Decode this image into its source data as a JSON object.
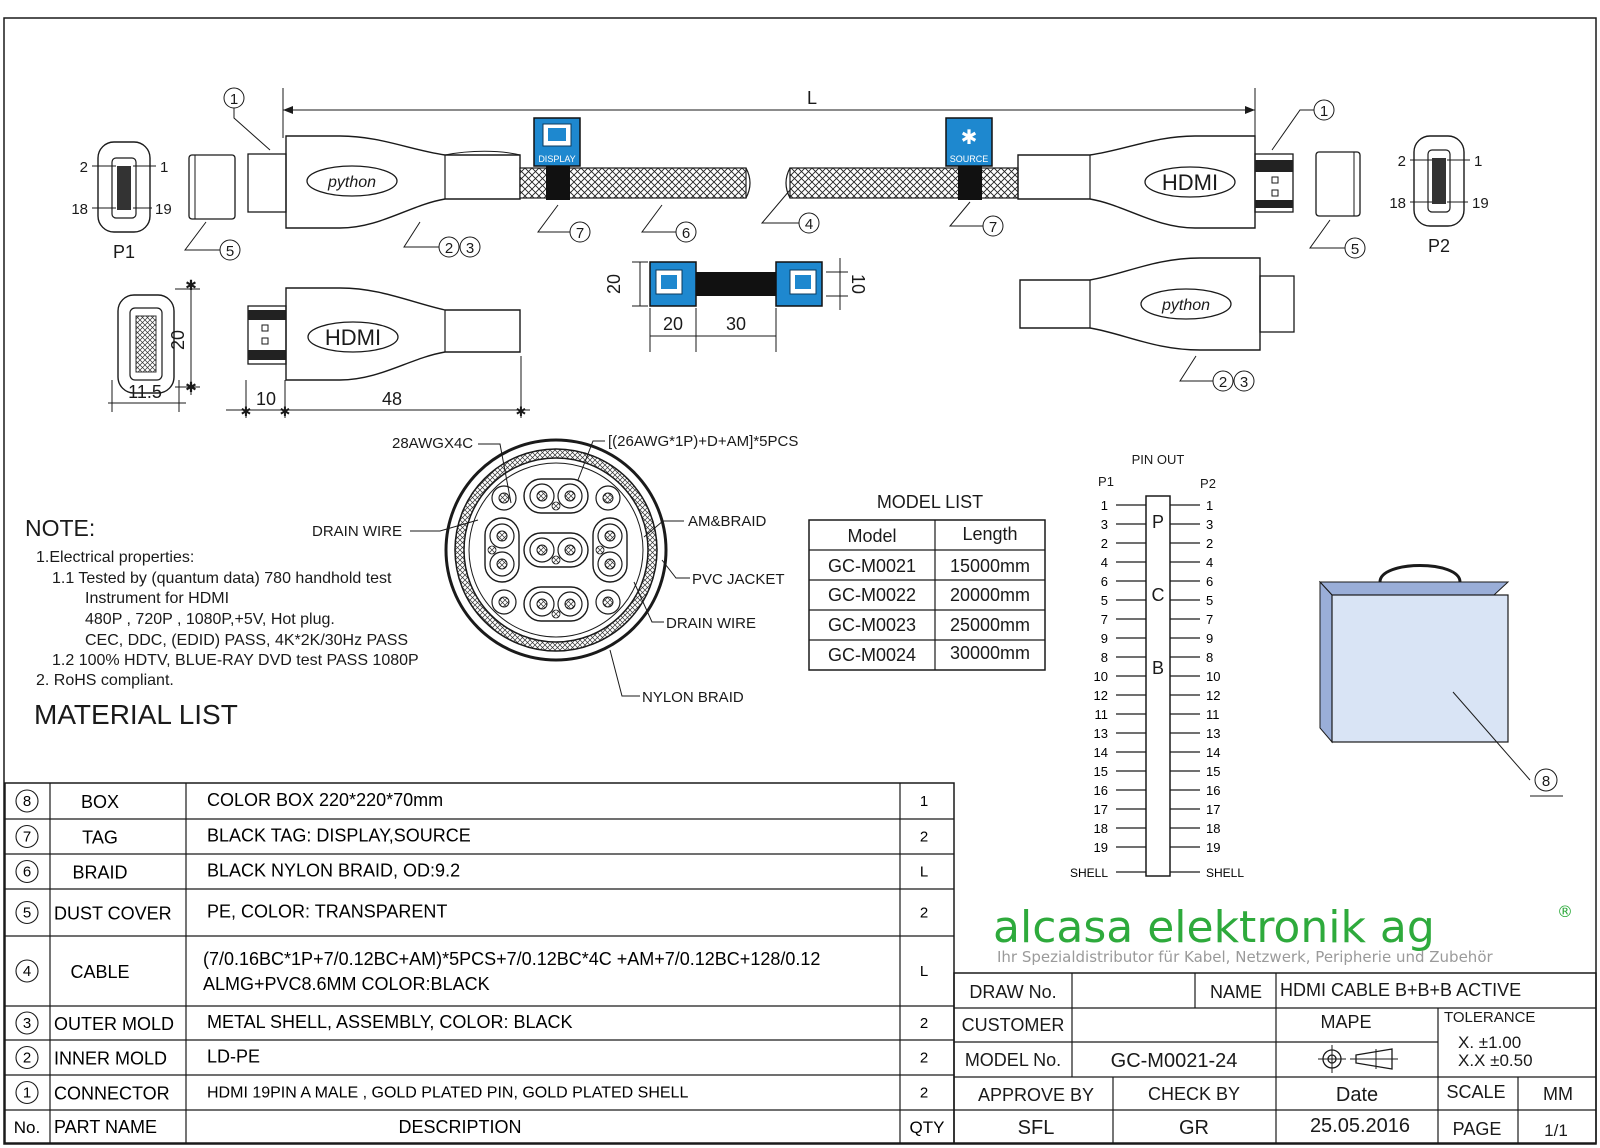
{
  "drawing": {
    "dim_L": "L",
    "callouts": {
      "c1": "1",
      "c23": "23",
      "c4": "4",
      "c5": "5",
      "c6": "6",
      "c7": "7",
      "c8": "8"
    },
    "plug_p1": {
      "label": "P1",
      "pin_tl": "2",
      "pin_tr": "1",
      "pin_bl": "18",
      "pin_br": "19"
    },
    "plug_p2": {
      "label": "P2",
      "pin_tl": "2",
      "pin_tr": "1",
      "pin_bl": "18",
      "pin_br": "19"
    },
    "logo_python": "python",
    "logo_hdmi": "HDMI",
    "tag_display": "DISPLAY",
    "tag_source": "SOURCE",
    "dims": {
      "face_w": "11.5",
      "face_h": "20",
      "tip": "10",
      "body": "48",
      "tag_h": "20",
      "tag_w": "20",
      "tag_gap": "30",
      "tag_small": "10"
    },
    "cross_section": {
      "labels": [
        "28AWGX4C",
        "[(26AWG*1P)+D+AM]*5PCS",
        "DRAIN WIRE",
        "AM&BRAID",
        "PVC JACKET",
        "DRAIN WIRE",
        "NYLON BRAID"
      ]
    }
  },
  "notes": {
    "title": "NOTE:",
    "lines": [
      "1.Electrical properties:",
      "1.1 Tested by (quantum data) 780 handhold test",
      "Instrument for HDMI",
      "480P , 720P , 1080P,+5V, Hot plug.",
      "CEC, DDC, (EDID) PASS, 4K*2K/30Hz PASS",
      "1.2 100% HDTV, BLUE-RAY DVD test PASS 1080P",
      "2. RoHS compliant."
    ]
  },
  "model_list": {
    "title": "MODEL LIST",
    "headers": [
      "Model",
      "Length"
    ],
    "rows": [
      [
        "GC-M0021",
        "15000mm"
      ],
      [
        "GC-M0022",
        "20000mm"
      ],
      [
        "GC-M0023",
        "25000mm"
      ],
      [
        "GC-M0024",
        "30000mm"
      ]
    ]
  },
  "pinout": {
    "title": "PIN OUT",
    "p1": "P1",
    "p2": "P2",
    "pins": [
      "1",
      "3",
      "2",
      "4",
      "6",
      "5",
      "7",
      "9",
      "8",
      "10",
      "12",
      "11",
      "13",
      "14",
      "15",
      "16",
      "17",
      "18",
      "19",
      "SHELL"
    ],
    "letters": [
      "P",
      "C",
      "B"
    ]
  },
  "material_list": {
    "title": "MATERIAL LIST",
    "rows": [
      {
        "no": "8",
        "part": "BOX",
        "desc": "COLOR BOX  220*220*70mm",
        "qty": "1"
      },
      {
        "no": "7",
        "part": "TAG",
        "desc": "BLACK TAG:  DISPLAY,SOURCE",
        "qty": "2"
      },
      {
        "no": "6",
        "part": "BRAID",
        "desc": "BLACK NYLON BRAID,  OD:9.2",
        "qty": "L"
      },
      {
        "no": "5",
        "part": "DUST COVER",
        "desc": "PE, COLOR: TRANSPARENT",
        "qty": "2"
      },
      {
        "no": "4",
        "part": "CABLE",
        "desc": "(7/0.16BC*1P+7/0.12BC+AM)*5PCS+7/0.12BC*4C +AM+7/0.12BC+128/0.12",
        "desc2": "ALMG+PVC8.6MM     COLOR:BLACK",
        "qty": "L"
      },
      {
        "no": "3",
        "part": "OUTER MOLD",
        "desc": "METAL SHELL, ASSEMBLY,   COLOR: BLACK",
        "qty": "2"
      },
      {
        "no": "2",
        "part": "INNER MOLD",
        "desc": "LD-PE",
        "qty": "2"
      },
      {
        "no": "1",
        "part": "CONNECTOR",
        "desc": "HDMI 19PIN A MALE , GOLD PLATED PIN, GOLD PLATED SHELL",
        "qty": "2"
      }
    ],
    "footer": {
      "no": "No.",
      "part": "PART NAME",
      "desc": "DESCRIPTION",
      "qty": "QTY"
    }
  },
  "company": {
    "name": "alcasa elektronik ag",
    "reg": "®",
    "tagline": "Ihr Spezialdistributor für Kabel, Netzwerk, Peripherie und Zubehör",
    "color": "#2eaa3c"
  },
  "title_block": {
    "draw_no_label": "DRAW No.",
    "name_label": "NAME",
    "name_value": "HDMI CABLE  B+B+B  ACTIVE",
    "customer_label": "CUSTOMER",
    "mape_label": "MAPE",
    "tolerance_label": "TOLERANCE",
    "tol_x": "X.    ±1.00",
    "tol_xx": "X.X    ±0.50",
    "model_no_label": "MODEL No.",
    "model_no_value": "GC-M0021-24",
    "approve_label": "APPROVE BY",
    "check_label": "CHECK BY",
    "date_label": "Date",
    "scale_label": "SCALE",
    "scale_value": "MM",
    "approve_value": "SFL",
    "check_value": "GR",
    "date_value": "25.05.2016",
    "page_label": "PAGE",
    "page_value": "1/1"
  }
}
